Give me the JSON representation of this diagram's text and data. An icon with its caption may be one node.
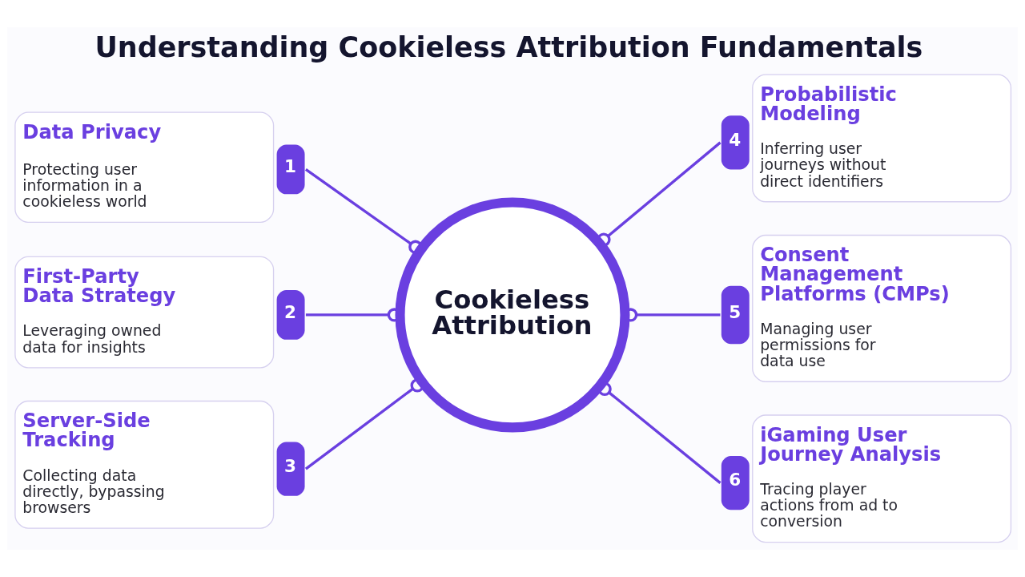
{
  "diagram": {
    "title": "Understanding Cookieless Attribution Fundamentals",
    "nodes": [
      {
        "text": [
          "Data Privacy",
          "Protecting user information in a cookieless world"
        ],
        "beside": [
          "1"
        ]
      },
      {
        "text": [
          "First-Party Data Strategy",
          "Leveraging owned data for insights"
        ],
        "beside": [
          "2"
        ]
      },
      {
        "text": [
          "Server-Side Tracking",
          "Collecting data directly, bypassing browsers"
        ],
        "beside": [
          "3"
        ]
      },
      {
        "text": [
          "Cookieless Attribution"
        ]
      },
      {
        "text": [
          "Probabilistic Modeling",
          "Inferring user journeys without direct identifiers"
        ],
        "beside": [
          "4"
        ]
      },
      {
        "text": [
          "Consent Management Platforms (CMPs)",
          "Managing user permissions for data use"
        ],
        "beside": [
          "5"
        ]
      },
      {
        "text": [
          "iGaming User Journey Analysis",
          "Tracing player actions from ad to conversion"
        ],
        "beside": [
          "6"
        ]
      }
    ],
    "edges": [
      {
        "from": 0,
        "to": 3,
        "arrow": "other"
      },
      {
        "from": 1,
        "to": 3,
        "arrow": "other"
      },
      {
        "from": 2,
        "to": 3,
        "arrow": "other"
      },
      {
        "from": 3,
        "to": 4,
        "arrow": "other"
      },
      {
        "from": 3,
        "to": 5,
        "arrow": "other"
      },
      {
        "from": 3,
        "to": 6,
        "arrow": "other"
      }
    ]
  }
}
